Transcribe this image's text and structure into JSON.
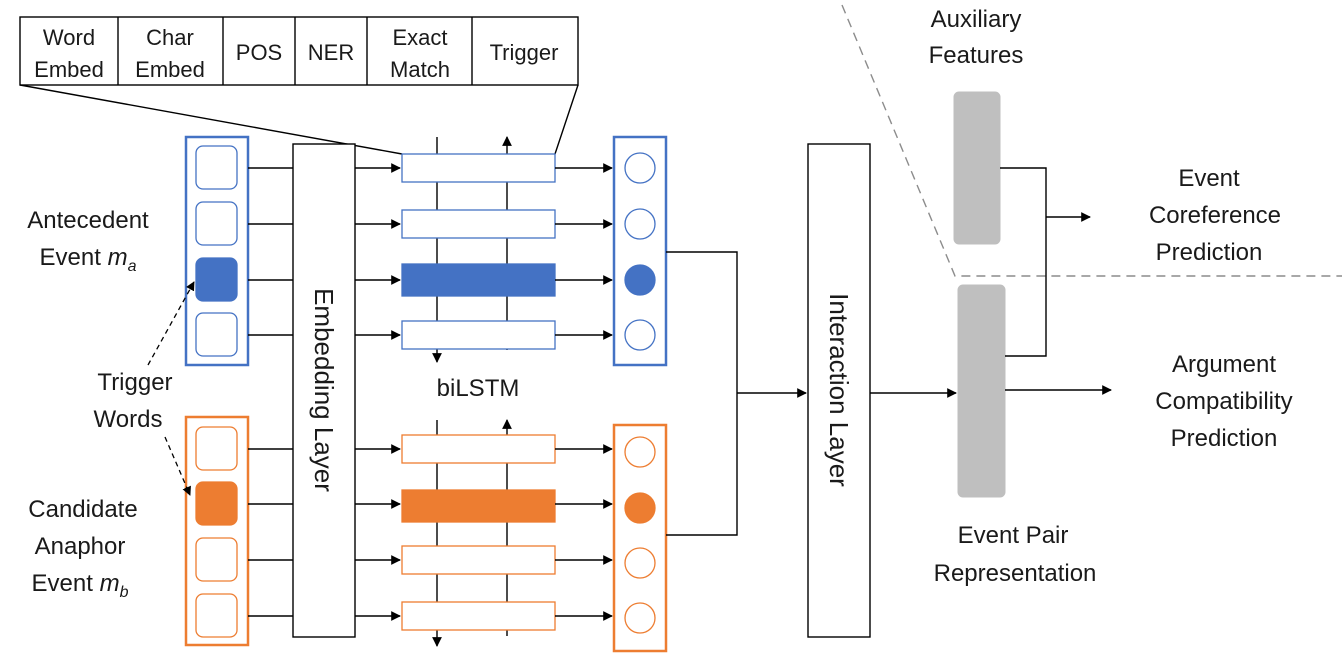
{
  "features": {
    "word_embed": [
      "Word",
      "Embed"
    ],
    "char_embed": [
      "Char",
      "Embed"
    ],
    "pos": "POS",
    "ner": "NER",
    "exact_match": [
      "Exact",
      "Match"
    ],
    "trigger": "Trigger"
  },
  "antecedent": {
    "line1": "Antecedent",
    "line2_prefix": "Event ",
    "var": "m",
    "sub": "a"
  },
  "anaphor": {
    "line1": "Candidate",
    "line2": "Anaphor",
    "line3_prefix": "Event ",
    "var": "m",
    "sub": "b"
  },
  "trigger_words": [
    "Trigger",
    "Words"
  ],
  "embedding_layer": "Embedding Layer",
  "bilstm": "biLSTM",
  "interaction_layer": "Interaction Layer",
  "auxiliary_features": [
    "Auxiliary",
    "Features"
  ],
  "event_coref": [
    "Event",
    "Coreference",
    "Prediction"
  ],
  "argument_compat": [
    "Argument",
    "Compatibility",
    "Prediction"
  ],
  "event_pair": [
    "Event Pair",
    "Representation"
  ],
  "colors": {
    "blue": "#4472C4",
    "orange": "#ED7D31",
    "gray": "#BFBFBF",
    "dash": "#8C8C8C"
  }
}
